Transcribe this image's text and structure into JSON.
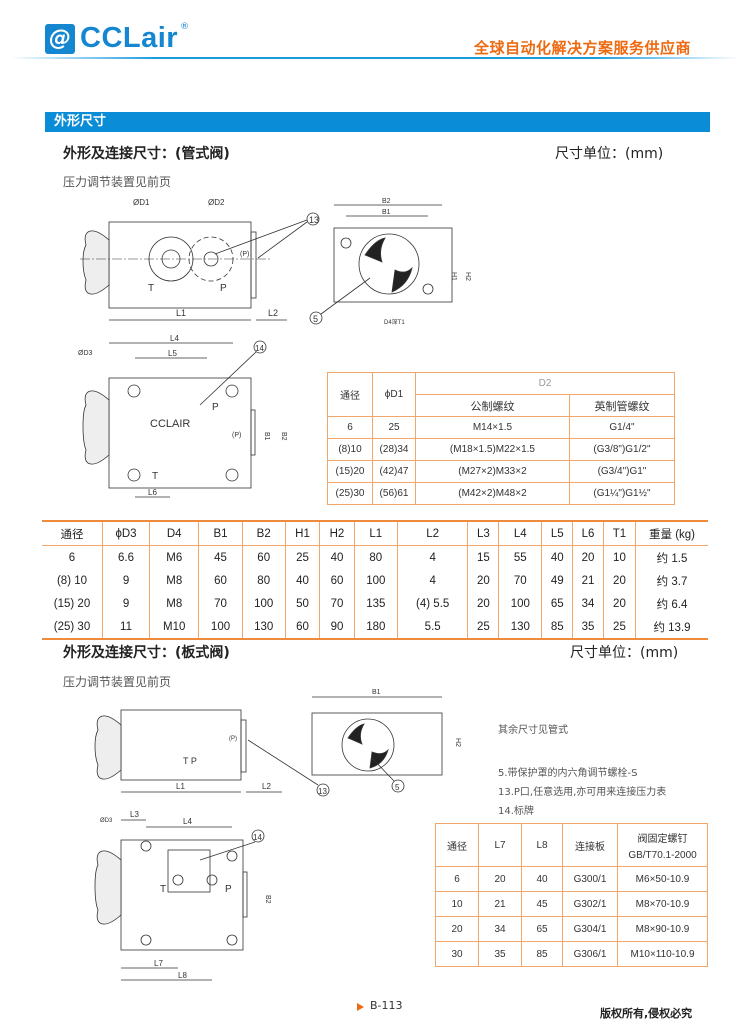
{
  "header": {
    "logo_glyph": "@",
    "logo_text": "CCLair",
    "logo_reg": "®",
    "slogan": "全球自动化解决方案服务供应商"
  },
  "section_title": "外形尺寸",
  "pipe": {
    "heading": "外形及连接尺寸：(管式阀)",
    "unit": "尺寸单位：(mm)",
    "note": "压力调节装置见前页",
    "labels": {
      "d1": "ØD1",
      "d2": "ØD2",
      "n13": "13",
      "p_port": "(P)",
      "t": "T",
      "p": "P",
      "l1": "L1",
      "l2": "L2",
      "b2": "B2",
      "b1": "B1",
      "h1": "H1",
      "h2": "H2",
      "n5": "5",
      "d4t1": "D4深T1",
      "l4": "L4",
      "l5": "L5",
      "d3": "ØD3",
      "n14": "14",
      "brand": "CCLAIR",
      "p_port2": "(P)",
      "b1v": "B1",
      "b2v": "B2",
      "t2": "T",
      "p2": "P",
      "l6": "L6"
    },
    "d2_table": {
      "h_bore": "通径",
      "h_d1": "ϕD1",
      "h_d2": "D2",
      "h_metric": "公制螺纹",
      "h_imperial": "英制管螺纹",
      "rows": [
        [
          "6",
          "25",
          "M14×1.5",
          "G1/4\""
        ],
        [
          "(8)10",
          "(28)34",
          "(M18×1.5)M22×1.5",
          "(G3/8\")G1/2\""
        ],
        [
          "(15)20",
          "(42)47",
          "(M27×2)M33×2",
          "(G3/4\")G1\""
        ],
        [
          "(25)30",
          "(56)61",
          "(M42×2)M48×2",
          "(G1¼\")G1½\""
        ]
      ]
    },
    "dim_table": {
      "headers": [
        "通径",
        "ϕD3",
        "D4",
        "B1",
        "B2",
        "H1",
        "H2",
        "L1",
        "L2",
        "L3",
        "L4",
        "L5",
        "L6",
        "T1",
        "重量 (kg)"
      ],
      "rows": [
        [
          "6",
          "6.6",
          "M6",
          "45",
          "60",
          "25",
          "40",
          "80",
          "4",
          "15",
          "55",
          "40",
          "20",
          "10",
          "约 1.5"
        ],
        [
          "(8) 10",
          "9",
          "M8",
          "60",
          "80",
          "40",
          "60",
          "100",
          "4",
          "20",
          "70",
          "49",
          "21",
          "20",
          "约 3.7"
        ],
        [
          "(15) 20",
          "9",
          "M8",
          "70",
          "100",
          "50",
          "70",
          "135",
          "(4) 5.5",
          "20",
          "100",
          "65",
          "34",
          "20",
          "约 6.4"
        ],
        [
          "(25) 30",
          "11",
          "M10",
          "100",
          "130",
          "60",
          "90",
          "180",
          "5.5",
          "25",
          "130",
          "85",
          "35",
          "25",
          "约 13.9"
        ]
      ]
    }
  },
  "plate": {
    "heading": "外形及连接尺寸：(板式阀)",
    "unit": "尺寸单位：(mm)",
    "note": "压力调节装置见前页",
    "labels": {
      "tp": "T P",
      "p_port": "(P)",
      "l1": "L1",
      "l2": "L2",
      "n13": "13",
      "b1": "B1",
      "h2": "H2",
      "n5": "5",
      "l3": "L3",
      "l4": "L4",
      "d3": "ØD3",
      "n14": "14",
      "t": "T",
      "p": "P",
      "b2": "B2",
      "l7": "L7",
      "l8": "L8"
    },
    "remarks": [
      "其余尺寸见管式",
      "5.带保护罩的内六角调节螺栓-S",
      "13.P口,任意选用,亦可用来连接压力表",
      "14.标牌"
    ],
    "bolt_table": {
      "headers": [
        "通径",
        "L7",
        "L8",
        "连接板",
        "阀固定螺钉",
        "GB/T70.1-2000"
      ],
      "rows": [
        [
          "6",
          "20",
          "40",
          "G300/1",
          "M6×50-10.9"
        ],
        [
          "10",
          "21",
          "45",
          "G302/1",
          "M8×70-10.9"
        ],
        [
          "20",
          "34",
          "65",
          "G304/1",
          "M8×90-10.9"
        ],
        [
          "30",
          "35",
          "85",
          "G306/1",
          "M10×110-10.9"
        ]
      ]
    }
  },
  "footer": {
    "page": "B-113",
    "copyright": "版权所有,侵权必究"
  },
  "colors": {
    "brand_blue": "#1586d0",
    "accent_orange": "#ee6a12",
    "table_border": "#f3a66a"
  }
}
